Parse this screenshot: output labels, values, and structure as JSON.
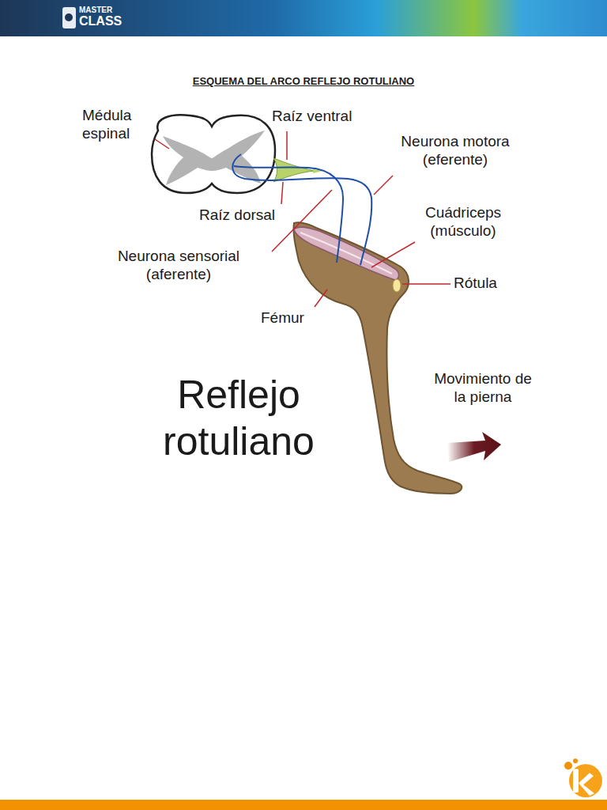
{
  "diagram": {
    "title": "ESQUEMA DEL ARCO REFLEJO ROTULIANO",
    "caption": "Reflejo rotuliano",
    "labels": [
      "MASTER",
      "CLASS",
      "Médula espinal",
      "Raíz ventral",
      "Neurona motora (eferente)",
      "Cuádriceps (músculo)",
      "Raíz dorsal",
      "Neurona sensorial (aferente)",
      "Rótula",
      "Fémur",
      "Movimiento de la pierna"
    ]
  }
}
